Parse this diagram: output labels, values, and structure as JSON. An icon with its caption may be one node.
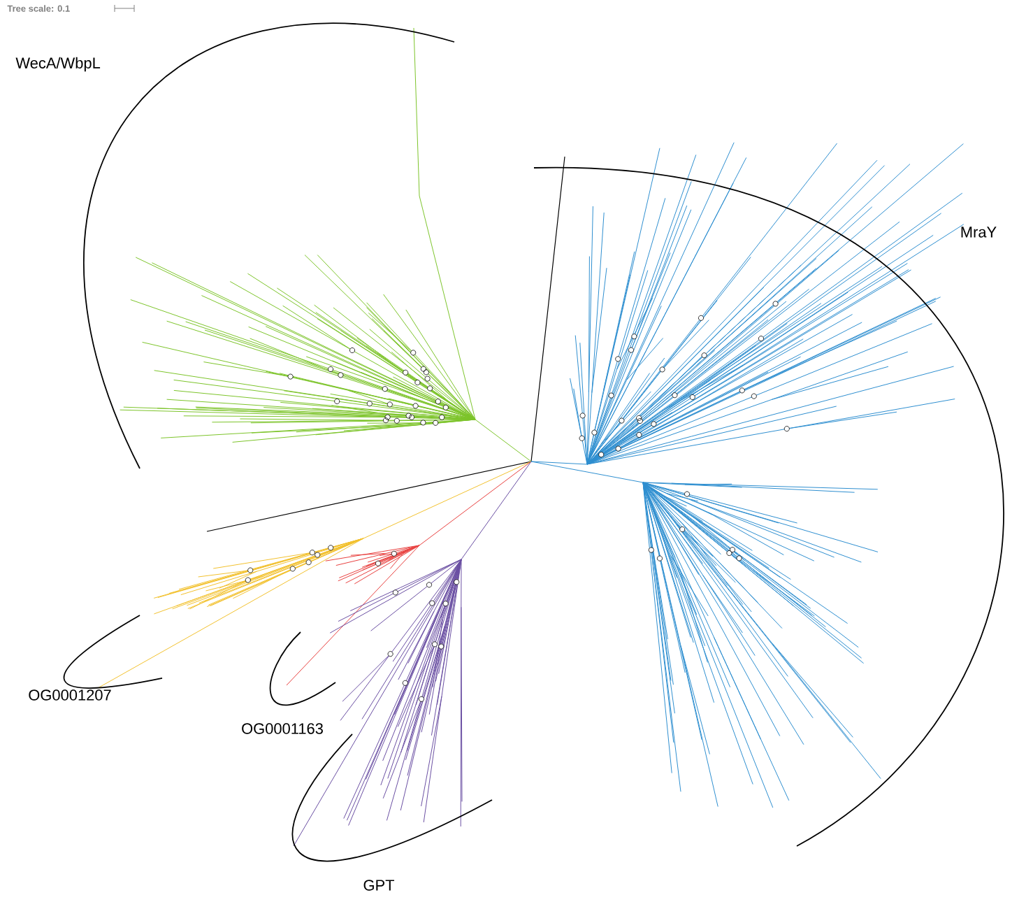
{
  "diagram": {
    "labels": [
      "Tree scale: 0.1",
      "WecA/WbpL",
      "MraY",
      "OG0001207",
      "OG0001163",
      "GPT"
    ]
  }
}
